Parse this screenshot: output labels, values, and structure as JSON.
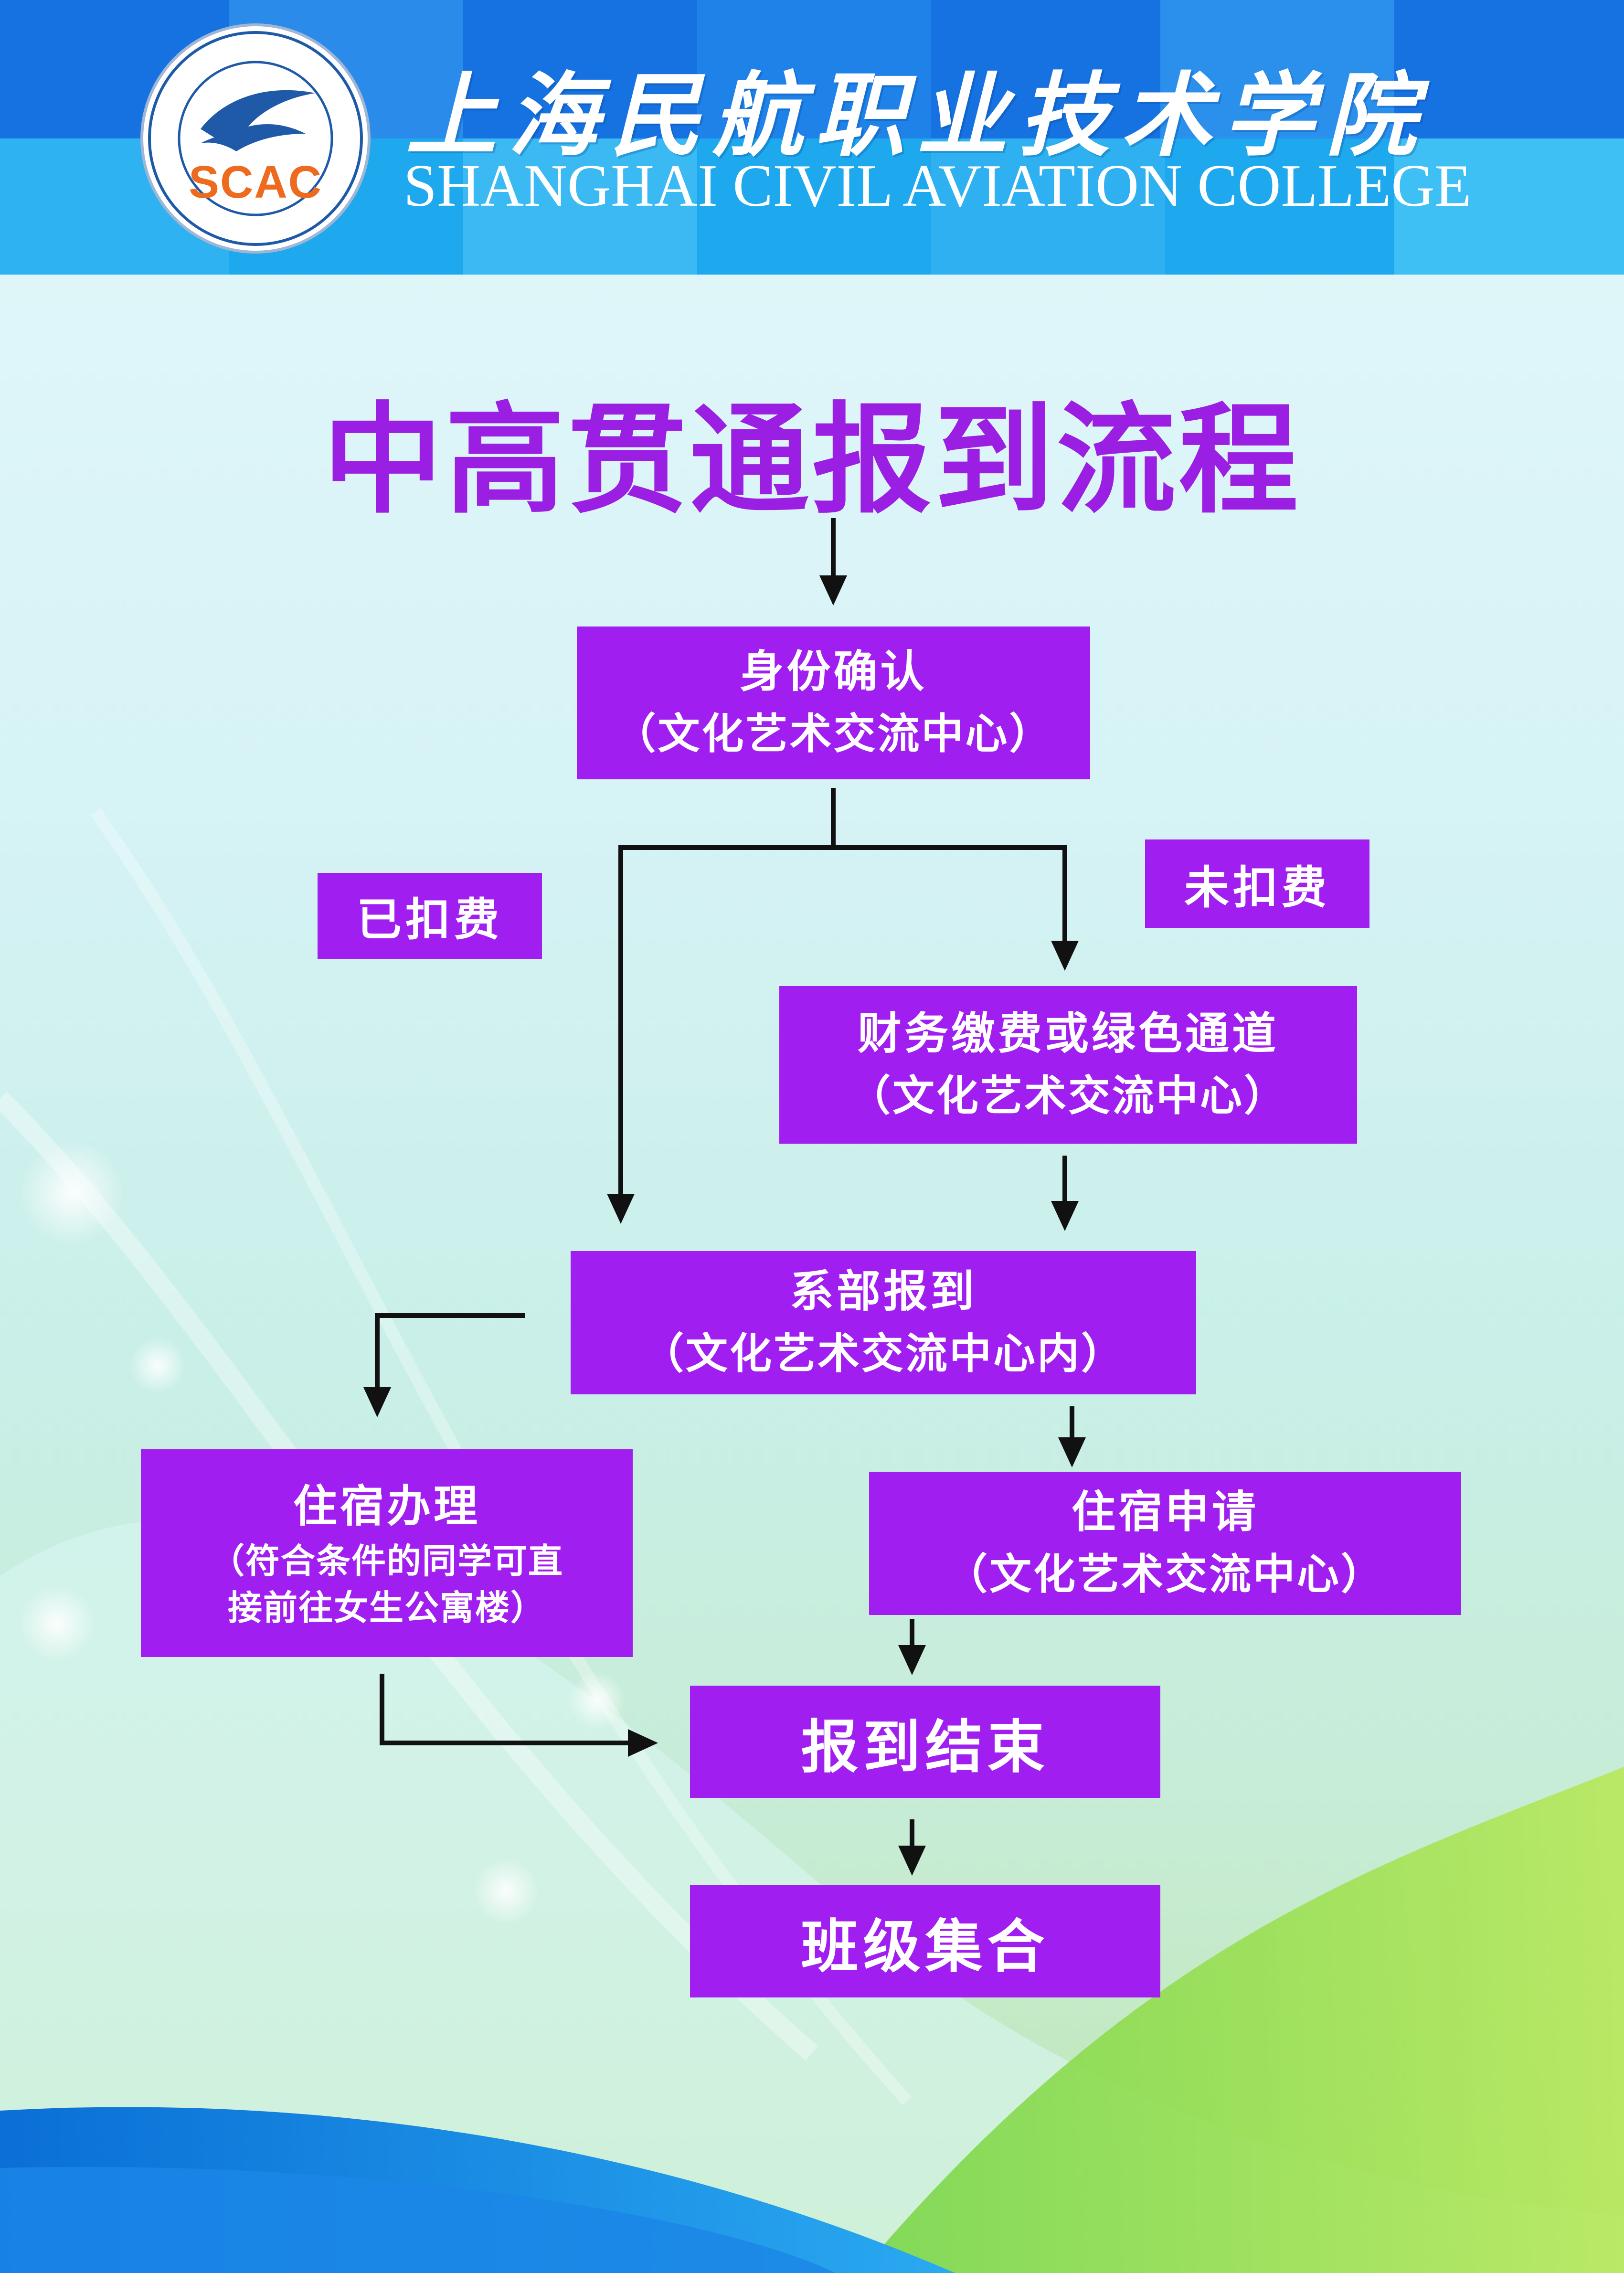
{
  "header": {
    "logo": {
      "abbr": "SCAC",
      "icon": "swallow-icon"
    },
    "college_name_cn": "上海民航职业技术学院",
    "college_name_en": "SHANGHAI CIVIL AVIATION COLLEGE"
  },
  "title": "中高贯通报到流程",
  "steps": {
    "identity": {
      "line1": "身份确认",
      "line2": "（文化艺术交流中心）"
    },
    "paid_label": "已扣费",
    "unpaid_label": "未扣费",
    "finance": {
      "line1": "财务缴费或绿色通道",
      "line2": "（文化艺术交流中心）"
    },
    "department": {
      "line1": "系部报到",
      "line2": "（文化艺术交流中心内）"
    },
    "dorm_process": {
      "line1": "住宿办理",
      "line2": "（符合条件的同学可直",
      "line3": "接前往女生公寓楼）"
    },
    "dorm_apply": {
      "line1": "住宿申请",
      "line2": "（文化艺术交流中心）"
    },
    "finish": "报到结束",
    "gather": "班级集合"
  },
  "colors": {
    "box": "#a11ef0",
    "title": "#9a1fe2",
    "header_blue": "#1e6fe0",
    "logo_accent": "#ee6a1e"
  }
}
